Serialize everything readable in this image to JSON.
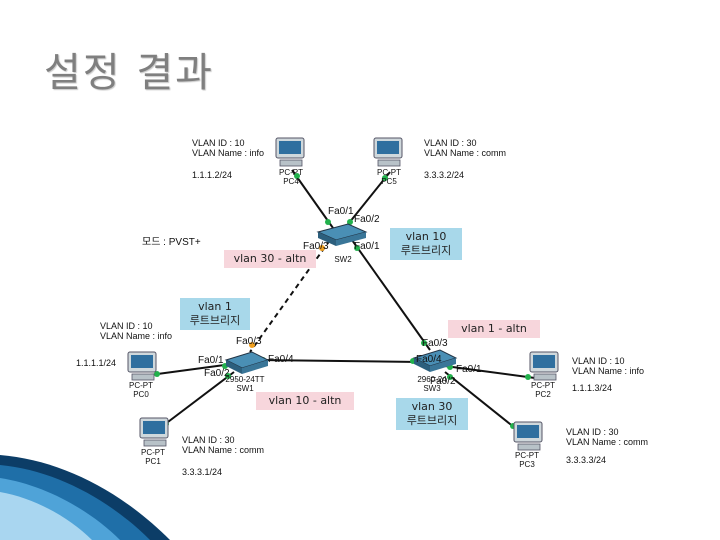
{
  "title": "설정 결과",
  "devices": {
    "pc4": {
      "type": "PC-PT",
      "name": "PC4"
    },
    "pc5": {
      "type": "PC-PT",
      "name": "PC5"
    },
    "pc0": {
      "type": "PC-PT",
      "name": "PC0"
    },
    "pc1": {
      "type": "PC-PT",
      "name": "PC1"
    },
    "pc2": {
      "type": "PC-PT",
      "name": "PC2"
    },
    "pc3": {
      "type": "PC-PT",
      "name": "PC3"
    },
    "sw2": {
      "type": "",
      "name": "SW2"
    },
    "sw1": {
      "type": "2950-24TT",
      "name": "SW1"
    },
    "sw3": {
      "type": "2960-24",
      "name": "SW3"
    }
  },
  "info": {
    "pc4": {
      "vlan": "VLAN ID : 10",
      "vname": "VLAN Name : info",
      "ip": "1.1.1.2/24"
    },
    "pc5": {
      "vlan": "VLAN ID : 30",
      "vname": "VLAN Name : comm",
      "ip": "3.3.3.2/24"
    },
    "pc0": {
      "vlan": "VLAN ID : 10",
      "vname": "VLAN Name : info",
      "ip": "1.1.1.1/24"
    },
    "pc1": {
      "vlan": "VLAN ID : 30",
      "vname": "VLAN Name : comm",
      "ip": "3.3.3.1/24"
    },
    "pc2": {
      "vlan": "VLAN ID : 10",
      "vname": "VLAN Name : info",
      "ip": "1.1.1.3/24"
    },
    "pc3": {
      "vlan": "VLAN ID : 30",
      "vname": "VLAN Name : comm",
      "ip": "3.3.3.3/24"
    }
  },
  "mode_label": "모드 : PVST+",
  "ports": {
    "sw2_fa01": "Fa0/1",
    "sw2_fa02": "Fa0/2",
    "sw2_left": "Fa0/3",
    "sw2_right": "Fa0/1",
    "sw1_fa01": "Fa0/1",
    "sw1_fa02": "Fa0/2",
    "sw1_fa03": "Fa0/3",
    "sw1_fa04": "Fa0/4",
    "sw3_fa03": "Fa0/3",
    "sw3_fa04": "Fa0/4",
    "sw3_fa01": "Fa0/1",
    "sw3_fa02": "Fa0/2"
  },
  "callouts": {
    "sw2_root": [
      "vlan 10",
      "루트브리지"
    ],
    "sw2_altn": "vlan 30 - altn",
    "sw1_root": [
      "vlan 1",
      "루트브리지"
    ],
    "sw3_altn": "vlan 1 - altn",
    "sw1_altn": "vlan 10 - altn",
    "sw3_root": [
      "vlan 30",
      "루트브리지"
    ]
  },
  "colors": {
    "title": "#7f7f7f",
    "pink": "#f7d6dc",
    "blue": "#a8d8ea",
    "link_dot": "#22b14c",
    "accent_wave": "#1f6fa8"
  }
}
